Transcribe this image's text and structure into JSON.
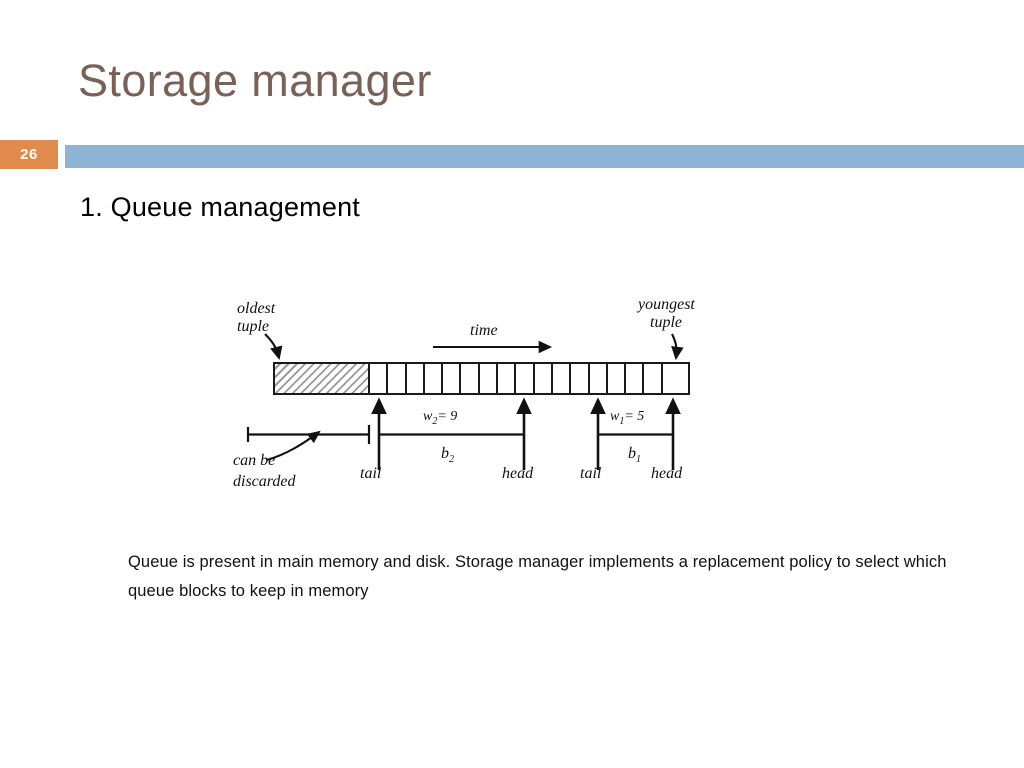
{
  "slide": {
    "title": "Storage manager",
    "number": "26",
    "accent_orange": "#e08a4d",
    "accent_blue": "#8fb3d5",
    "title_color": "#7a6158"
  },
  "content": {
    "bullet_heading": "1. Queue management",
    "caption": "Queue is present in main memory and disk. Storage manager implements a replacement policy to select which queue blocks to keep in memory"
  },
  "figure": {
    "labels": {
      "oldest_tuple_line1": "oldest",
      "oldest_tuple_line2": "tuple",
      "youngest_tuple_line1": "youngest",
      "youngest_tuple_line2": "tuple",
      "time": "time",
      "can_be_discarded_line1": "can be",
      "can_be_discarded_line2": "discarded",
      "w2": "w",
      "w2_sub": "2",
      "w2_value": "= 9",
      "w1": "w",
      "w1_sub": "1",
      "w1_value": "= 5",
      "b2": "b",
      "b2_sub": "2",
      "b1": "b",
      "b1_sub": "1",
      "tail_b2": "tail",
      "head_b2": "head",
      "tail_b1": "tail",
      "head_b1": "head"
    },
    "queue": {
      "discarded_cells": 1,
      "open_cells": 18,
      "total_visual_cells": 19
    }
  }
}
